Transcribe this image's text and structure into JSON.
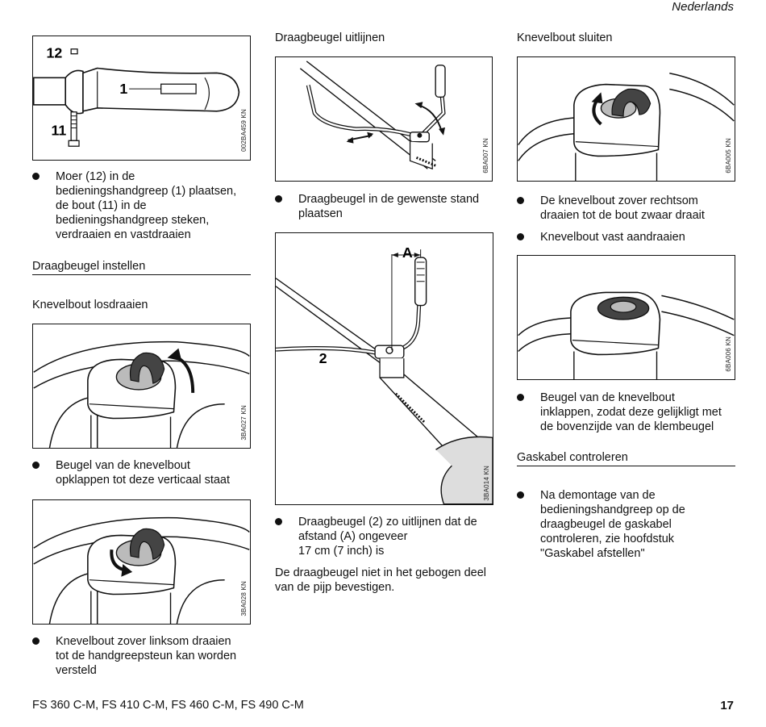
{
  "header": {
    "language": "Nederlands"
  },
  "col1": {
    "fig1": {
      "code": "002BA459 KN",
      "labels": {
        "nut": "12",
        "handle": "1",
        "bolt": "11"
      }
    },
    "bullet1": [
      "Moer (12) in de",
      "bedieningshandgreep (1) plaatsen,",
      "de bout (11) in de",
      "bedieningshandgreep steken,",
      "verdraaien en vastdraaien"
    ],
    "section_title": "Draagbeugel instellen",
    "sub_title": "Knevelbout losdraaien",
    "fig2": {
      "code": "3BA027 KN"
    },
    "bullet2": [
      "Beugel van de knevelbout",
      "opklappen tot deze verticaal staat"
    ],
    "fig3": {
      "code": "3BA028 KN"
    },
    "bullet3": [
      "Knevelbout zover linksom draaien",
      "tot de handgreepsteun kan worden",
      "versteld"
    ]
  },
  "col2": {
    "title": "Draagbeugel uitlijnen",
    "fig1": {
      "code": "6BA007 KN"
    },
    "bullet1": [
      "Draagbeugel in de gewenste stand",
      "plaatsen"
    ],
    "fig2": {
      "code": "3BA014 KN",
      "labels": {
        "distance": "A",
        "bar": "2"
      }
    },
    "bullet2": [
      "Draagbeugel (2) zo uitlijnen dat de",
      "afstand (A) ongeveer",
      "17 cm (7 inch) is"
    ],
    "note": [
      "De draagbeugel niet in het gebogen deel",
      "van de pijp bevestigen."
    ]
  },
  "col3": {
    "title": "Knevelbout sluiten",
    "fig1": {
      "code": "6BA005 KN"
    },
    "bullet1": [
      "De knevelbout zover rechtsom",
      "draaien tot de bout zwaar draait"
    ],
    "bullet2": [
      "Knevelbout vast aandraaien"
    ],
    "fig2": {
      "code": "6BA006 KN"
    },
    "bullet3": [
      "Beugel van de knevelbout",
      "inklappen, zodat deze gelijkligt met",
      "de bovenzijde van de klembeugel"
    ],
    "section_title": "Gaskabel controleren",
    "bullet4": [
      "Na demontage van de",
      "bedieningshandgreep op de",
      "draagbeugel de gaskabel",
      "controleren, zie hoofdstuk",
      "\"Gaskabel afstellen\""
    ]
  },
  "footer": {
    "models": "FS 360 C-M, FS 410 C-M, FS 460 C-M, FS 490 C-M",
    "page": "17"
  }
}
